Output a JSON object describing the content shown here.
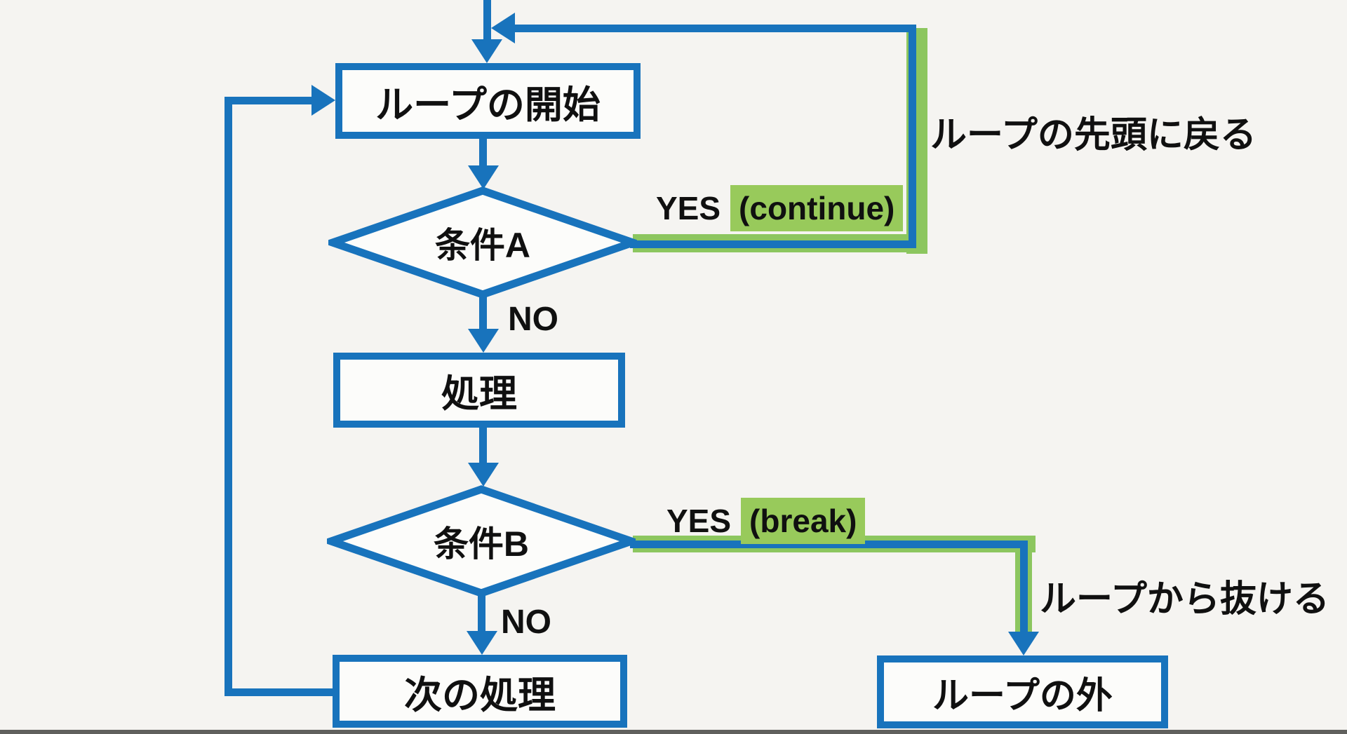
{
  "palette": {
    "line_blue": "#1873bc",
    "path_green": "#8cc65f",
    "highlight_green": "#98ca5b",
    "text_black": "#101010",
    "background": "#f5f4f1"
  },
  "nodes": {
    "loop_start": {
      "label": "ループの開始"
    },
    "condition_a": {
      "label": "条件A"
    },
    "process": {
      "label": "処理"
    },
    "condition_b": {
      "label": "条件B"
    },
    "next_process": {
      "label": "次の処理"
    },
    "outside_loop": {
      "label": "ループの外"
    }
  },
  "edge_labels": {
    "condition_a_yes": {
      "yes": "YES",
      "highlight": "(continue)"
    },
    "condition_a_no": "NO",
    "condition_b_yes": {
      "yes": "YES",
      "highlight": "(break)"
    },
    "condition_b_no": "NO"
  },
  "annotations": {
    "return_to_top": "ループの先頭に戻る",
    "exit_loop": "ループから抜ける"
  }
}
